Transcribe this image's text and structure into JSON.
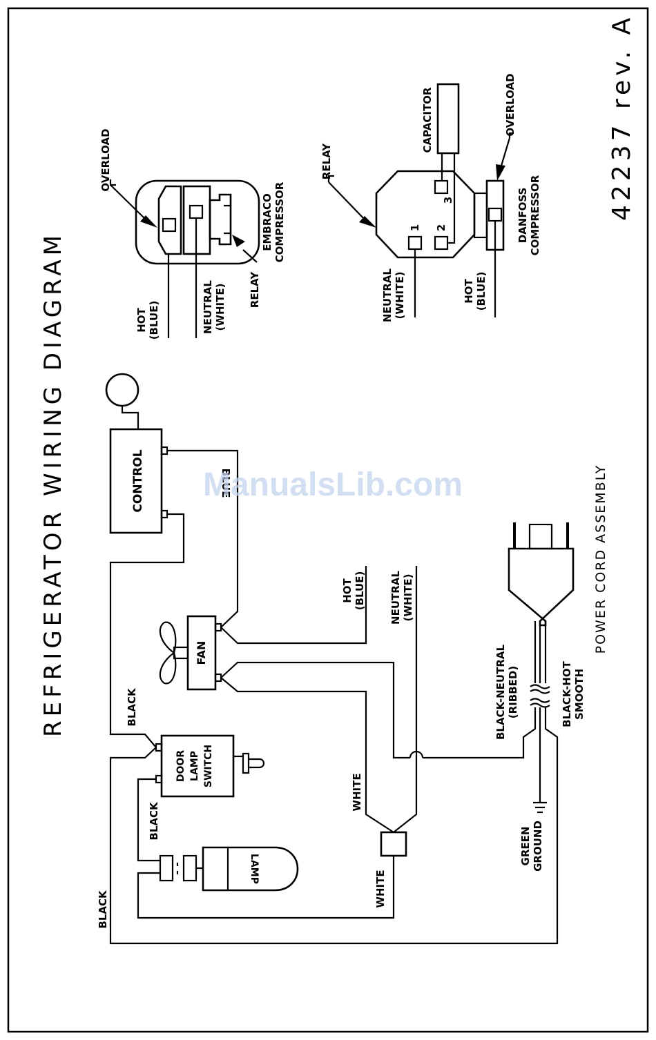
{
  "diagram": {
    "title": "REFRIGERATOR WIRING DIAGRAM",
    "doc_number": "42237 rev. A",
    "watermark": "ManualsLib.com",
    "main": {
      "control": "CONTROL",
      "fan": "FAN",
      "door_switch": [
        "DOOR",
        "LAMP",
        "SWITCH"
      ],
      "lamp": "LAMP",
      "blue_partial": "BLUE",
      "hot": "HOT",
      "hot_color": "(BLUE)",
      "neutral": "NEUTRAL",
      "neutral_color": "(WHITE)",
      "black_top": "BLACK",
      "black_mid": "BLACK",
      "black_left": "BLACK",
      "white_upper": "WHITE",
      "white_lower": "WHITE",
      "black_neutral": "BLACK-NEUTRAL",
      "ribbed": "(RIBBED)",
      "black_hot": "BLACK-HOT",
      "smooth": "SMOOTH",
      "green": "GREEN",
      "ground": "GROUND",
      "power_cord": "POWER CORD ASSEMBLY"
    },
    "embraco": {
      "overload": "OVERLOAD",
      "relay": "RELAY",
      "name1": "EMBRACO",
      "name2": "COMPRESSOR",
      "hot": "HOT",
      "hot_color": "(BLUE)",
      "neutral": "NEUTRAL",
      "neutral_color": "(WHITE)"
    },
    "danfoss": {
      "relay": "RELAY",
      "capacitor": "CAPACITOR",
      "overload": "OVERLOAD",
      "name1": "DANFOSS",
      "name2": "COMPRESSOR",
      "terminal_1": "1",
      "terminal_2": "2",
      "terminal_3": "3",
      "neutral": "NEUTRAL",
      "neutral_color": "(WHITE)",
      "hot": "HOT",
      "hot_color": "(BLUE)"
    }
  }
}
